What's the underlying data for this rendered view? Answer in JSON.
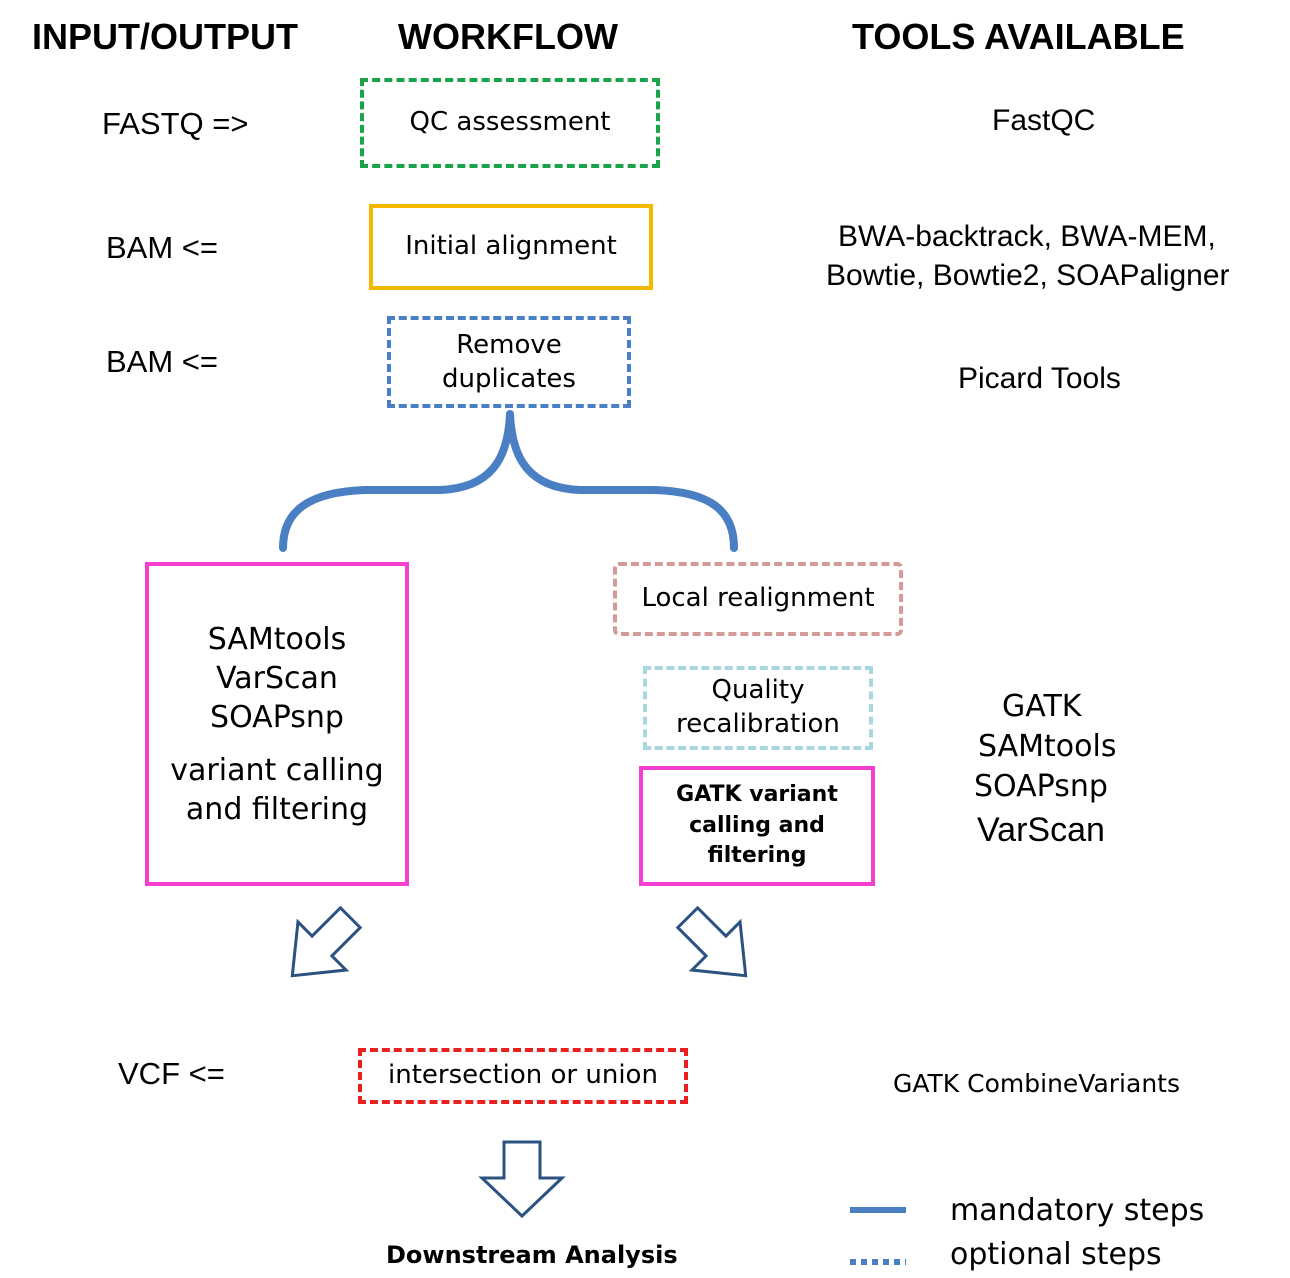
{
  "headers": {
    "io": "INPUT/OUTPUT",
    "workflow": "WORKFLOW",
    "tools": "TOOLS AVAILABLE"
  },
  "io_labels": {
    "fastq": "FASTQ =>",
    "bam1": "BAM <=",
    "bam2": "BAM <=",
    "vcf": "VCF <="
  },
  "steps": {
    "qc": "QC assessment",
    "align": "Initial alignment",
    "dup": [
      "Remove",
      "duplicates"
    ],
    "left_tools": [
      "SAMtools",
      "VarScan",
      "SOAPsnp"
    ],
    "left_desc": [
      "variant calling",
      "and filtering"
    ],
    "realign": "Local realignment",
    "recal": [
      "Quality",
      "recalibration"
    ],
    "gatk_call": [
      "GATK variant",
      "calling and",
      "filtering"
    ],
    "combine": "intersection or union",
    "downstream": "Downstream Analysis"
  },
  "tools": {
    "fastqc": "FastQC",
    "aligners": [
      "BWA-backtrack, BWA-MEM,",
      "Bowtie, Bowtie2, SOAPaligner"
    ],
    "picard": "Picard Tools",
    "callers": [
      "GATK",
      "SAMtools",
      "SOAPsnp",
      "VarScan"
    ],
    "combine": "GATK CombineVariants"
  },
  "legend": {
    "mandatory": "mandatory steps",
    "optional": "optional steps"
  },
  "colors": {
    "qc": "#1aa44a",
    "align": "#f5b800",
    "dup": "#4a7fc4",
    "caller": "#f43fd0",
    "realign": "#d49a97",
    "recal": "#a9d7e0",
    "combine": "#e8201f",
    "brace": "#4a7fc4",
    "arrow": "#2b5280"
  }
}
